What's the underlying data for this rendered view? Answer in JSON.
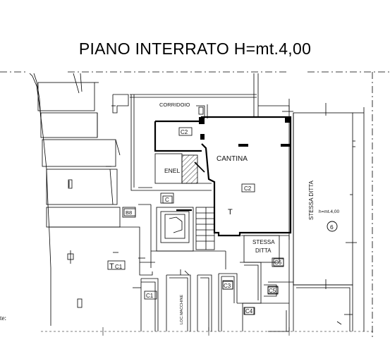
{
  "title": "PIANO INTERRATO H=mt.4,00",
  "rooms": {
    "corridoio": "CORRIDOIO",
    "cantina": "CANTINA",
    "enel": "ENEL",
    "stessa_ditta_right": "STESSA DITTA",
    "height_note": "h=mt.4,00",
    "circle_number": "6",
    "stessa_ditta_small_1": "STESSA",
    "stessa_ditta_small_2": "DITTA",
    "loc_macchine": "LOC.MACCHINE",
    "c1": "C1",
    "c2_top": "C2",
    "c2_cantina": "C2",
    "c3": "C3",
    "c4": "C4",
    "c5": "C5",
    "c6": "C6",
    "c_box": "C",
    "b8": "B8",
    "tc1_t": "T",
    "tc1_sub": "C1",
    "t_mark": "T"
  },
  "left_edge_text": "te:",
  "colors": {
    "line": "#000000",
    "hatch": "#555555"
  }
}
